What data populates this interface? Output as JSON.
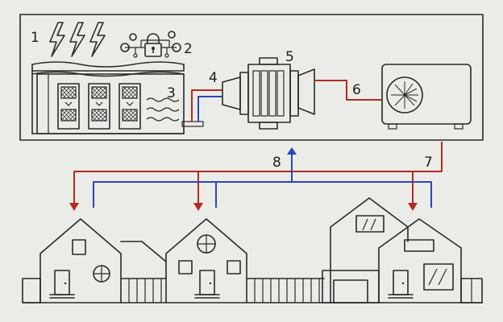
{
  "labels": {
    "l1": "1",
    "l2": "2",
    "l3": "3",
    "l4": "4",
    "l5": "5",
    "l6": "6",
    "l7": "7",
    "l8": "8"
  },
  "colors": {
    "background": "#ebebe7",
    "line": "#2a2a2a",
    "supply_red": "#b22a22",
    "return_blue": "#2a46b8"
  }
}
